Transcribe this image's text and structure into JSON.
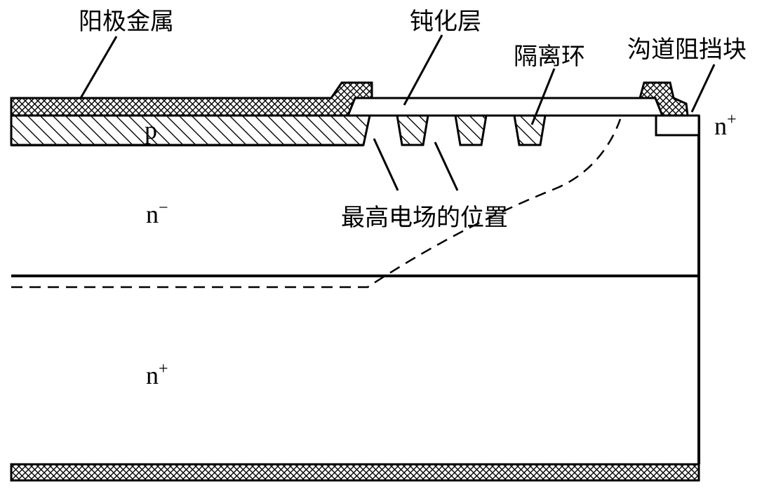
{
  "labels": {
    "anode_metal": "阳极金属",
    "passivation": "钝化层",
    "isolation_ring": "隔离环",
    "channel_stopper": "沟道阻挡块",
    "max_field_position": "最高电场的位置",
    "p_region": "p",
    "n_minus": {
      "base": "n",
      "sup": "−"
    },
    "n_plus_substrate": {
      "base": "n",
      "sup": "+"
    },
    "n_plus_edge": {
      "base": "n",
      "sup": "+"
    }
  },
  "colors": {
    "stroke": "#000000",
    "fill": "#ffffff"
  }
}
